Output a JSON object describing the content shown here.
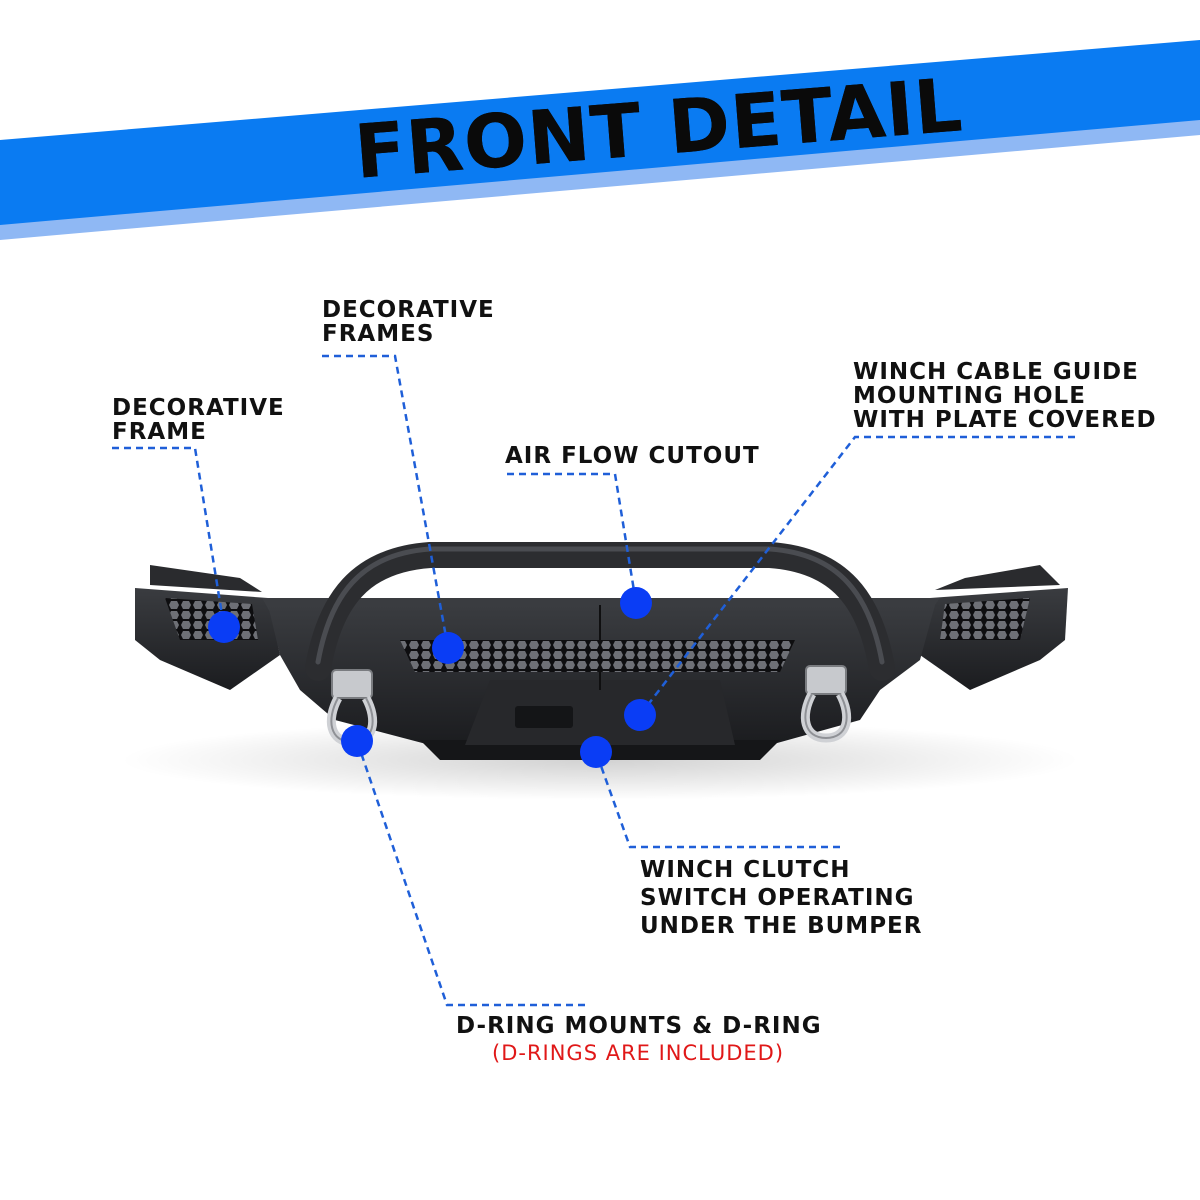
{
  "banner": {
    "title": "FRONT DETAIL",
    "color": "#0a7bf2"
  },
  "callouts": {
    "decorative_frames": [
      "DECORATIVE",
      "FRAMES"
    ],
    "decorative_frame": [
      "DECORATIVE",
      "FRAME"
    ],
    "air_flow_cutout": "AIR FLOW CUTOUT",
    "winch_cable_guide": [
      "WINCH CABLE GUIDE",
      "MOUNTING HOLE",
      "WITH PLATE COVERED"
    ],
    "winch_clutch": [
      "WINCH CLUTCH",
      "SWITCH OPERATING",
      "UNDER THE BUMPER"
    ],
    "d_ring": "D-RING MOUNTS & D-RING",
    "d_ring_note": "(D-RINGS ARE INCLUDED)"
  },
  "colors": {
    "leader_line": "#1f5fd8",
    "marker": "#0a3df5",
    "note_text": "#e01818",
    "label_text": "#111111",
    "bumper_dark": "#1e1f22"
  }
}
